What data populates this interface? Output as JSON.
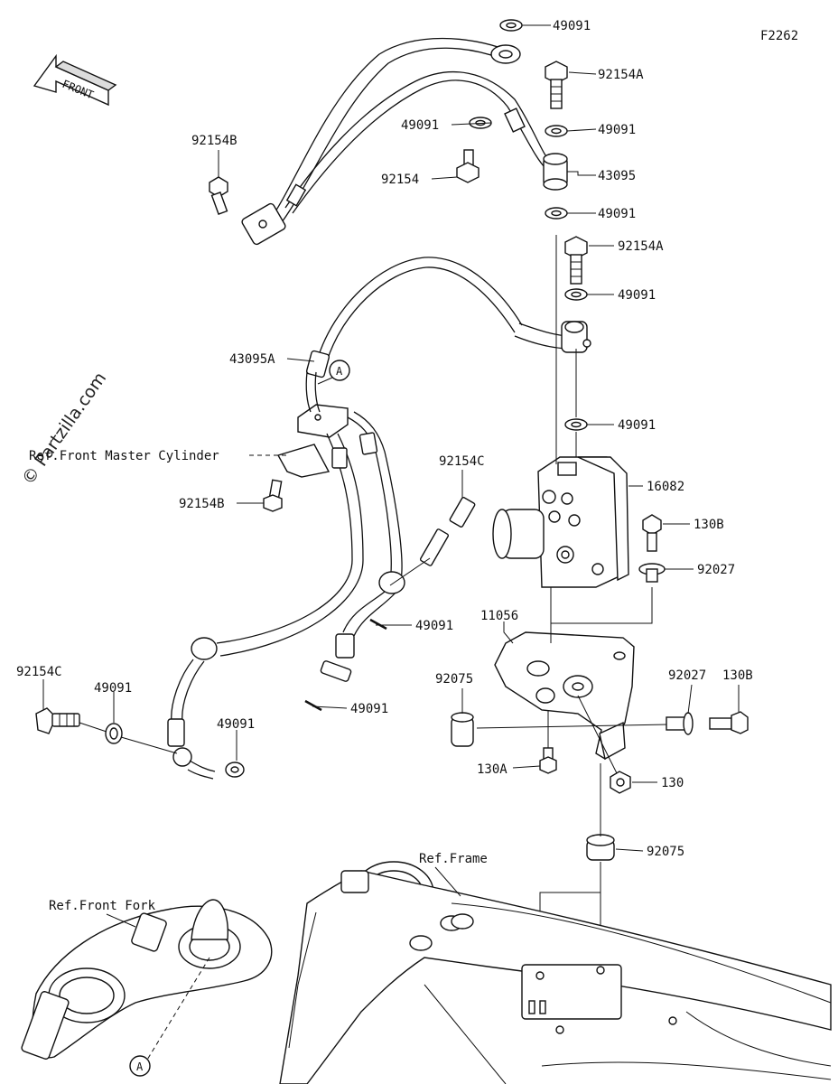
{
  "diagram": {
    "code": "F2262",
    "front_label": "FRONT",
    "watermark": "© Partzilla.com",
    "callout": "A",
    "refs": {
      "master_cylinder": "Ref.Front Master Cylinder",
      "front_fork": "Ref.Front Fork",
      "frame": "Ref.Frame"
    },
    "parts": {
      "p49091_a": "49091",
      "p92154a_a": "92154A",
      "p49091_b": "49091",
      "p49091_c": "49091",
      "p43095": "43095",
      "p92154": "92154",
      "p92154b_a": "92154B",
      "p49091_d": "49091",
      "p92154a_b": "92154A",
      "p49091_e": "49091",
      "p43095a": "43095A",
      "p49091_f": "49091",
      "p92154c_a": "92154C",
      "p16082": "16082",
      "p92154b_b": "92154B",
      "p130b_a": "130B",
      "p92027_a": "92027",
      "p49091_g": "49091",
      "p11056": "11056",
      "p92154c_b": "92154C",
      "p49091_h": "49091",
      "p92075_a": "92075",
      "p92027_b": "92027",
      "p130b_b": "130B",
      "p49091_i": "49091",
      "p49091_j": "49091",
      "p130a": "130A",
      "p130": "130",
      "p92075_b": "92075"
    }
  }
}
